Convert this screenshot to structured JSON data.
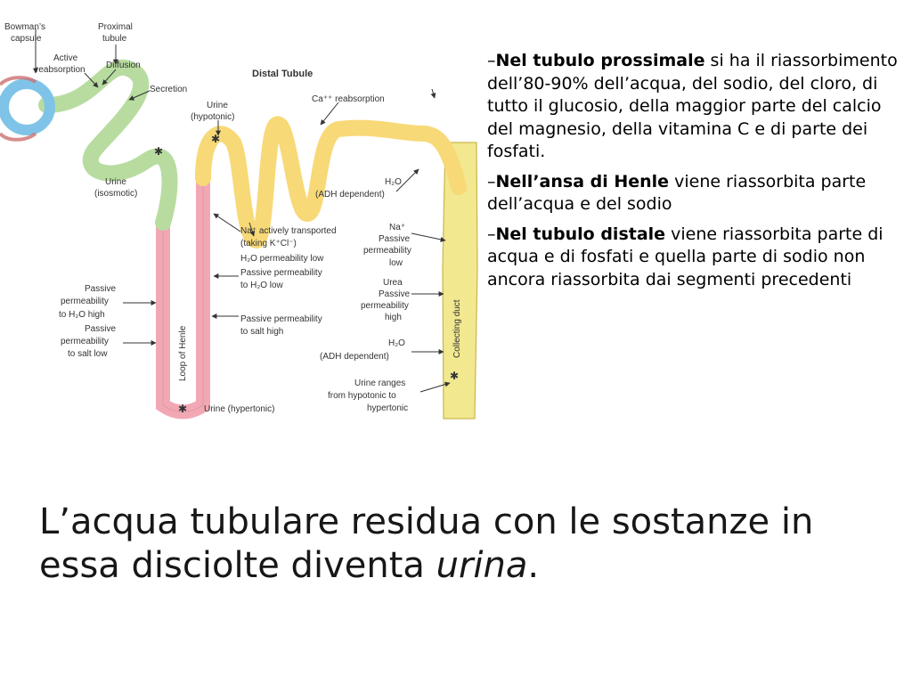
{
  "diagram": {
    "labels": {
      "bowmans_capsule_1": "Bowman’s",
      "bowmans_capsule_2": "capsule",
      "proximal_tubule_1": "Proximal",
      "proximal_tubule_2": "tubule",
      "active_reabsorption_1": "Active",
      "active_reabsorption_2": "reabsorption",
      "diffusion": "Diffusion",
      "secretion": "Secretion",
      "distal_tubule": "Distal Tubule",
      "urine_hypotonic_1": "Urine",
      "urine_hypotonic_2": "(hypotonic)",
      "ca_reabsorption": "Ca⁺⁺ reabsorption",
      "urine_isosmotic_1": "Urine",
      "urine_isosmotic_2": "(isosmotic)",
      "h2o_adh_1_a": "H₂O",
      "h2o_adh_1_b": "(ADH dependent)",
      "na_active_1": "Na⁺ actively transported",
      "na_active_2": "(taking K⁺Cl⁻)",
      "h2o_perm_low": "H₂O permeability low",
      "passive_h2o_low_1": "Passive permeability",
      "passive_h2o_low_2": "to H₂O low",
      "na_passive_1": "Na⁺",
      "na_passive_2": "Passive",
      "na_passive_3": "permeability",
      "na_passive_4": "low",
      "urea_1": "Urea",
      "urea_2": "Passive",
      "urea_3": "permeability",
      "urea_4": "high",
      "passive_h2o_high_1": "Passive",
      "passive_h2o_high_2": "permeability",
      "passive_h2o_high_3": "to H₂O high",
      "passive_salt_low_1": "Passive",
      "passive_salt_low_2": "permeability",
      "passive_salt_low_3": "to salt low",
      "passive_salt_high_1": "Passive permeability",
      "passive_salt_high_2": "to salt high",
      "loop_of_henle": "Loop of Henle",
      "collecting_duct": "Collecting duct",
      "h2o_adh_2_a": "H₂O",
      "h2o_adh_2_b": "(ADH dependent)",
      "urine_ranges_1": "Urine ranges",
      "urine_ranges_2": "from hypotonic to",
      "urine_ranges_3": "hypertonic",
      "urine_hypertonic": "Urine (hypertonic)"
    },
    "colors": {
      "capsule": "#7fc4e8",
      "proximal": "#b8dca0",
      "loop": "#f2a8b4",
      "distal": "#f8d978",
      "duct": "#f1e890"
    }
  },
  "bullets": [
    {
      "dash": "–",
      "bold": "Nel tubulo prossimale",
      "text": " si ha il riassorbimento dell’80-90% dell’acqua, del sodio, del cloro, di tutto il glucosio, della maggior parte del calcio del magnesio, della vitamina C e di parte dei fosfati."
    },
    {
      "dash": "–",
      "bold": "Nell’ansa di Henle",
      "text": " viene riassorbita parte dell’acqua e del sodio"
    },
    {
      "dash": "–",
      "bold": "Nel tubulo distale",
      "text": " viene riassorbita parte di acqua e di fosfati e quella parte di sodio non ancora riassorbita dai segmenti precedenti"
    }
  ],
  "conclusion": {
    "text": "L’acqua tubulare residua con le sostanze in essa disciolte diventa ",
    "italic": "urina",
    "end": "."
  }
}
